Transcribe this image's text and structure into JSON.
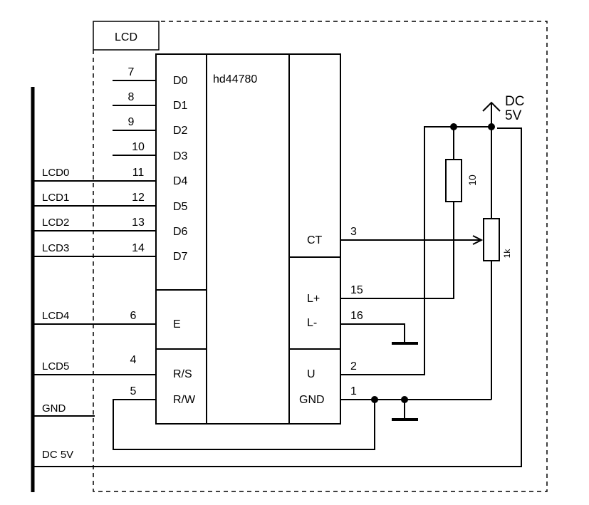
{
  "module_label": "LCD",
  "chip": {
    "name": "hd44780",
    "data_pins": [
      {
        "label": "D0",
        "num": "7"
      },
      {
        "label": "D1",
        "num": "8"
      },
      {
        "label": "D2",
        "num": "9"
      },
      {
        "label": "D3",
        "num": "10"
      },
      {
        "label": "D4",
        "num": "11"
      },
      {
        "label": "D5",
        "num": "12"
      },
      {
        "label": "D6",
        "num": "13"
      },
      {
        "label": "D7",
        "num": "14"
      }
    ],
    "e_pin": {
      "label": "E",
      "num": "6"
    },
    "rs_pin": {
      "label": "R/S",
      "num": "4"
    },
    "rw_pin": {
      "label": "R/W",
      "num": "5"
    },
    "ct_pin": {
      "label": "CT",
      "num": "3"
    },
    "lplus_pin": {
      "label": "L+",
      "num": "15"
    },
    "lminus_pin": {
      "label": "L-",
      "num": "16"
    },
    "u_pin": {
      "label": "U",
      "num": "2"
    },
    "gnd_pin": {
      "label": "GND",
      "num": "1"
    }
  },
  "bus_labels": {
    "lcd0": "LCD0",
    "lcd1": "LCD1",
    "lcd2": "LCD2",
    "lcd3": "LCD3",
    "lcd4": "LCD4",
    "lcd5": "LCD5",
    "gnd": "GND",
    "dc5v": "DC 5V"
  },
  "resistor_label": "10",
  "pot_label": "1k",
  "supply": {
    "line1": "DC",
    "line2": "5V"
  }
}
